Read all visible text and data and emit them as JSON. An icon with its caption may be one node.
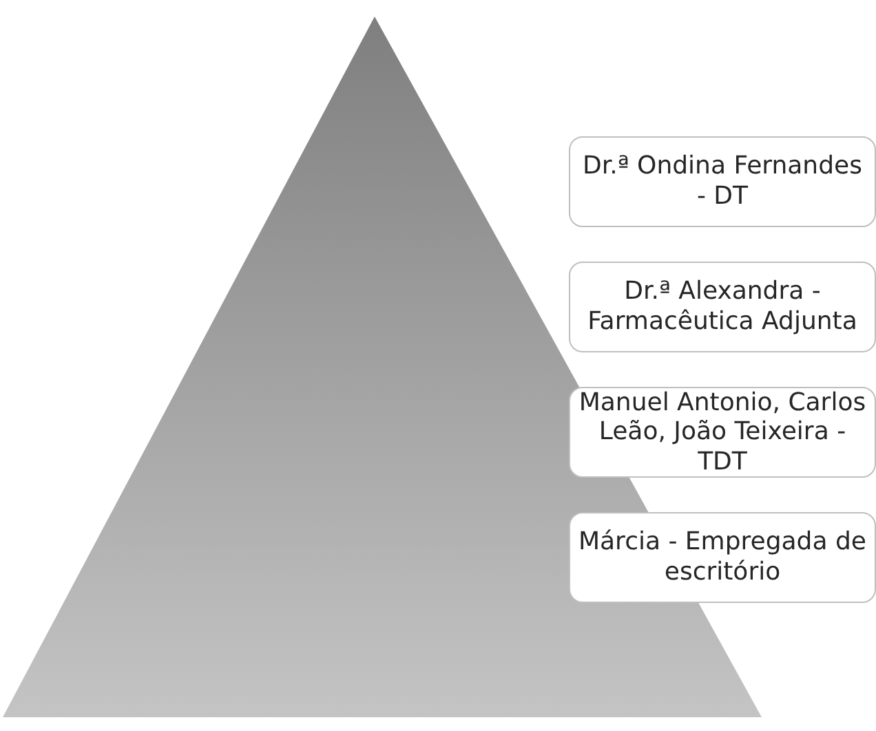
{
  "diagram": {
    "nodes": [
      {
        "text": [],
        "shape": "triangle"
      },
      {
        "text": [
          "Dr.ª Ondina Fernandes - DT"
        ]
      },
      {
        "text": [
          "Dr.ª Alexandra - Farmacêutica Adjunta"
        ]
      },
      {
        "text": [
          "Manuel Antonio, Carlos Leão, João Teixeira - TDT"
        ]
      },
      {
        "text": [
          "Márcia - Empregada de escritório"
        ]
      }
    ]
  }
}
